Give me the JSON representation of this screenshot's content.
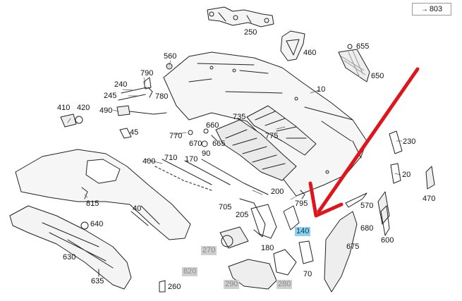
{
  "reference": {
    "arrow": "→",
    "label": "803"
  },
  "labels": {
    "p250": "250",
    "p560": "560",
    "p460": "460",
    "p655": "655",
    "p650": "650",
    "p790": "790",
    "p240": "240",
    "p245": "245",
    "p780": "780",
    "p10": "10",
    "p410": "410",
    "p420": "420",
    "p490": "490",
    "p45": "45",
    "p735": "735",
    "p660": "660",
    "p775": "775",
    "p770": "770",
    "p670": "670",
    "p665": "665",
    "p710": "710",
    "p170": "170",
    "p90": "90",
    "p400": "400",
    "p230": "230",
    "p20": "20",
    "p470": "470",
    "p815": "815",
    "p40": "40",
    "p200": "200",
    "p795": "795",
    "p570": "570",
    "p705": "705",
    "p205": "205",
    "p640": "640",
    "p680": "680",
    "p600": "600",
    "p140": "140",
    "p675": "675",
    "p270": "270",
    "p180": "180",
    "p630": "630",
    "p820": "820",
    "p70": "70",
    "p635": "635",
    "p260": "260",
    "p290": "290",
    "p280": "280"
  },
  "colors": {
    "highlight": "#8fd0ef",
    "pointer": "#e0141b",
    "inactive": "#cfcfcf"
  }
}
